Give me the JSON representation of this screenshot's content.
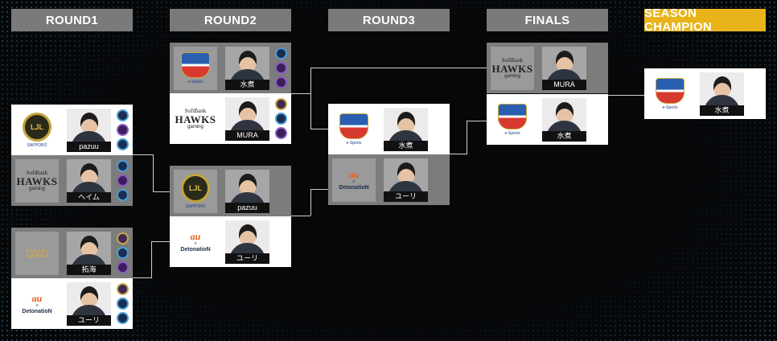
{
  "headers": {
    "round1": "ROUND1",
    "round2": "ROUND2",
    "round3": "ROUND3",
    "finals": "FINALS",
    "champion": "SEASON CHAMPION"
  },
  "teams": {
    "ljl_sapporo": {
      "badge": "LJL",
      "caption": "SAPPORO"
    },
    "softbank_hawks": {
      "line1": "SoftBank",
      "line2": "HAWKS",
      "line3": "gaming"
    },
    "gxg": {
      "label": "GXG"
    },
    "detonation": {
      "line1": "au",
      "line2": "×",
      "line3": "DetonatioN"
    },
    "yokohama": {
      "caption": "e-Sports"
    }
  },
  "round1": [
    {
      "player": "pazuu",
      "result": "win"
    },
    {
      "player": "ヘイム",
      "result": "lose"
    },
    {
      "player": "拓海",
      "result": "lose"
    },
    {
      "player": "ユーリ",
      "result": "win"
    }
  ],
  "round2": [
    {
      "player": "水煮",
      "result": "lose"
    },
    {
      "player": "MURA",
      "result": "win"
    },
    {
      "player": "pazuu",
      "result": "lose"
    },
    {
      "player": "ユーリ",
      "result": "win"
    }
  ],
  "round3": [
    {
      "player": "水煮",
      "result": "win"
    },
    {
      "player": "ユーリ",
      "result": "lose"
    }
  ],
  "finals": [
    {
      "player": "MURA",
      "result": "lose"
    },
    {
      "player": "水煮",
      "result": "win"
    }
  ],
  "champion": {
    "player": "水煮"
  },
  "colors": {
    "win_bg": "#ffffff",
    "lose_bg": "#7c7c7c",
    "header": "#7a7a7a",
    "champion_header": "#e8b41a"
  }
}
